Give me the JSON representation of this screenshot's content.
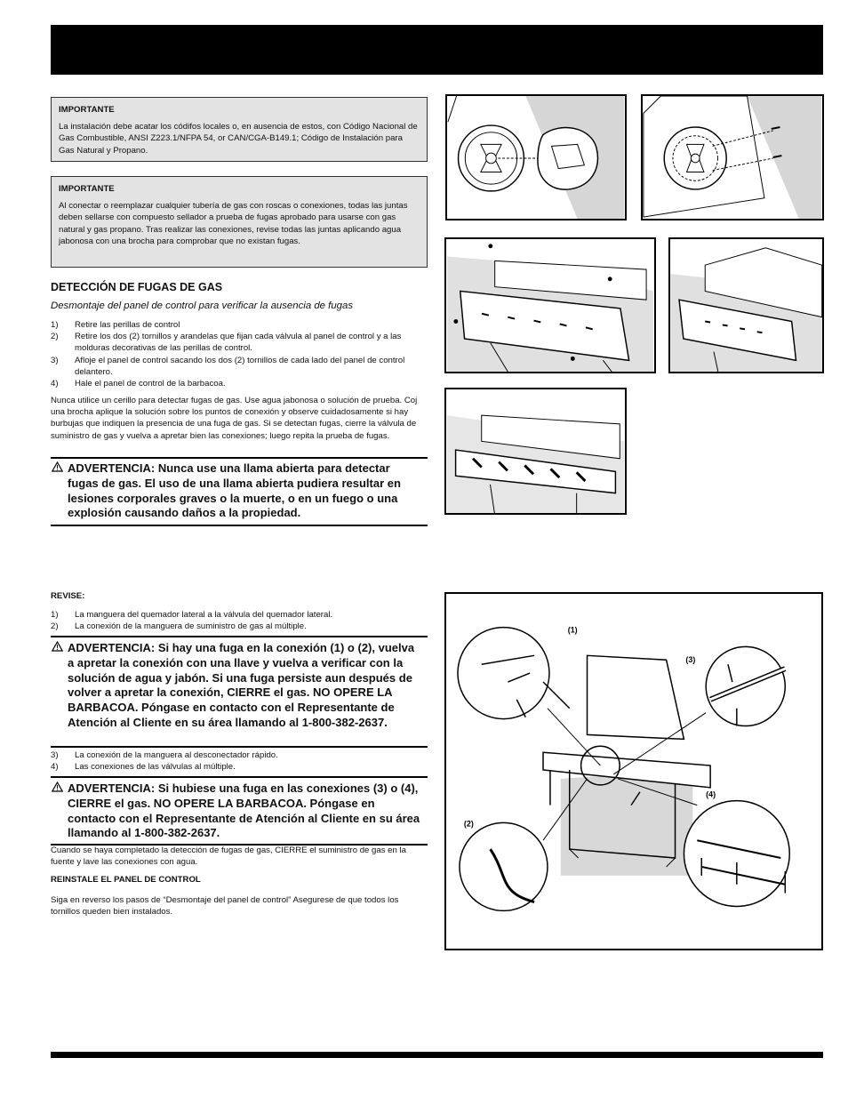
{
  "note1": {
    "title": "IMPORTANTE",
    "body": "La instalación debe acatar los códifos locales o, en ausencia de estos, con Código Nacional de Gas Combustible, ANSI Z223.1/NFPA 54, or CAN/CGA-B149.1; Código de Instalación para Gas Natural y Propano."
  },
  "note2": {
    "title": "IMPORTANTE",
    "body": "Al conectar o reemplazar cualquier tubería de gas con roscas o conexiones, todas las juntas deben sellarse con compuesto sellador a prueba de fugas aprobado para usarse con gas natural y gas propano. Tras realizar las conexiones, revise todas las juntas aplicando agua jabonosa con una brocha para comprobar que no existan fugas."
  },
  "leak": {
    "heading": "DETECCIÓN DE FUGAS DE GAS",
    "subheading": "Desmontaje del panel de control para verificar la ausencia de fugas",
    "steps": [
      {
        "n": "1)",
        "t": "Retire las perillas de control"
      },
      {
        "n": "2)",
        "t": "Retire los dos (2) tornillos y arandelas que fijan cada válvula al panel de control y a las molduras decorativas de las perillas de control."
      },
      {
        "n": "3)",
        "t": "Afloje el panel de control sacando los dos (2) tornillos de cada lado del panel de control delantero."
      },
      {
        "n": "4)",
        "t": "Hale el panel de control de la barbacoa."
      }
    ],
    "paragraph": "Nunca utilice un cerillo para detectar fugas de gas. Use agua jabonosa o solución de prueba. Coj una brocha aplique la solución sobre los puntos de conexión y observe cuidadosamente si hay burbujas que indiquen la presencia de una fuga de gas. Si se detectan fugas, cierre la válvula de suministro de gas y vuelva a apretar bien las conexiones; luego repita la prueba de fugas.",
    "warning": "ADVERTENCIA: Nunca use una llama abierta para detectar fugas de gas. El uso de una llama abierta pudiera resultar en lesiones corporales graves o la muerte, o en un fuego o una explosión causando daños a la propiedad."
  },
  "check": {
    "heading": "REVISE:",
    "steps_a": [
      {
        "n": "1)",
        "t": "La manguera del quemador lateral a la válvula del quemador lateral."
      },
      {
        "n": "2)",
        "t": "La conexión de la manguera de suministro de gas al múltiple."
      }
    ],
    "warning_a": "ADVERTENCIA: Si hay una fuga en la conexión (1) o (2), vuelva a apretar la conexión con una llave y vuelva a verificar con la solución de agua y jabón. Si una fuga persiste aun después de volver a apretar la conexión, CIERRE el gas. NO OPERE LA BARBACOA. Póngase en contacto con el Representante de Atención al Cliente en su área llamando al 1-800-382-2637.",
    "steps_b": [
      {
        "n": "3)",
        "t": "La conexión de la manguera al desconectador rápido."
      },
      {
        "n": "4)",
        "t": "Las conexiones de las válvulas al múltiple."
      }
    ],
    "warning_b": "ADVERTENCIA: Si hubiese una fuga en las conexiones (3) o (4), CIERRE el gas. NO OPERE LA BARBACOA. Póngase en contacto con el Representante de Atención al Cliente en su área llamando al 1-800-382-2637.",
    "after": "Cuando se haya completado la detección de fugas de gas, CIERRE el suministro de gas en la fuente y lave las conexiones con agua.",
    "reinstall_heading": "REINSTALE EL PANEL DE CONTROL",
    "reinstall_body": "Siga en reverso los pasos de “Desmontaje del panel de control” Asegurese de que todos los tornillos queden bien instalados."
  },
  "figure_labels": {
    "c1": "(1)",
    "c2": "(2)",
    "c3": "(3)",
    "c4": "(4)"
  },
  "icons": {
    "warning": "warning-triangle-icon"
  }
}
